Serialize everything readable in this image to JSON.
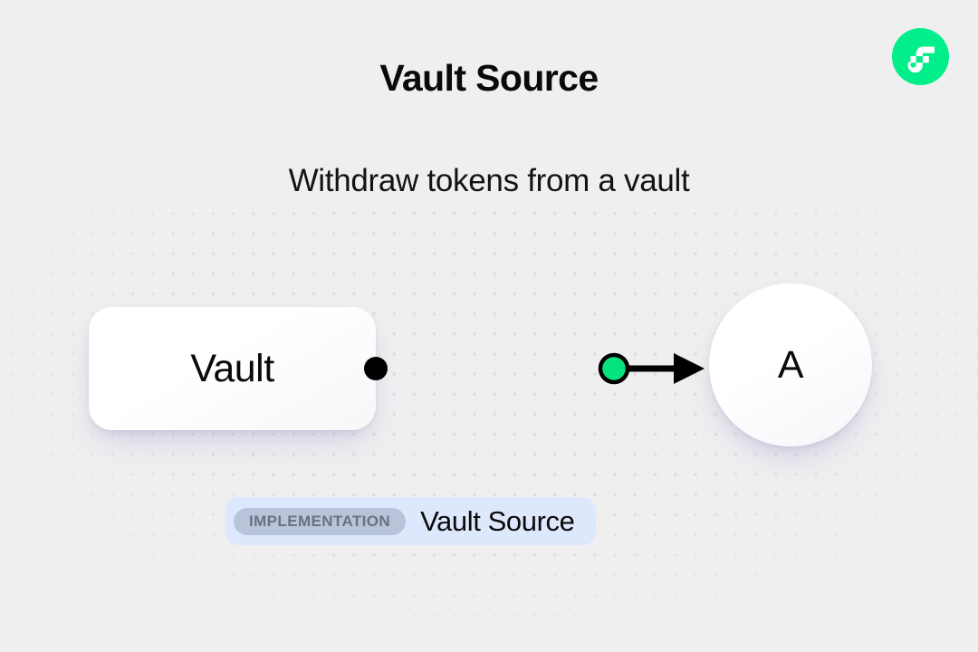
{
  "header": {
    "title": "Vault Source",
    "subtitle": "Withdraw tokens from a vault",
    "logo_icon": "flow-logo-icon",
    "logo_color": "#00EF8B"
  },
  "diagram": {
    "source_node": {
      "label": "Vault",
      "shape": "rounded-rectangle",
      "port_icon": "connector-dot-icon",
      "port_color": "#000000"
    },
    "target_node": {
      "label": "A",
      "shape": "circle"
    },
    "edge": {
      "marker_icon": "flow-marker-dot-icon",
      "marker_color": "#05E37F",
      "arrow_icon": "arrow-right-icon",
      "line_color": "#000000"
    }
  },
  "implementation_badge": {
    "chip_label": "IMPLEMENTATION",
    "value": "Vault Source",
    "background_color": "#DEE8FC",
    "chip_background_color": "#B8C4DA"
  }
}
